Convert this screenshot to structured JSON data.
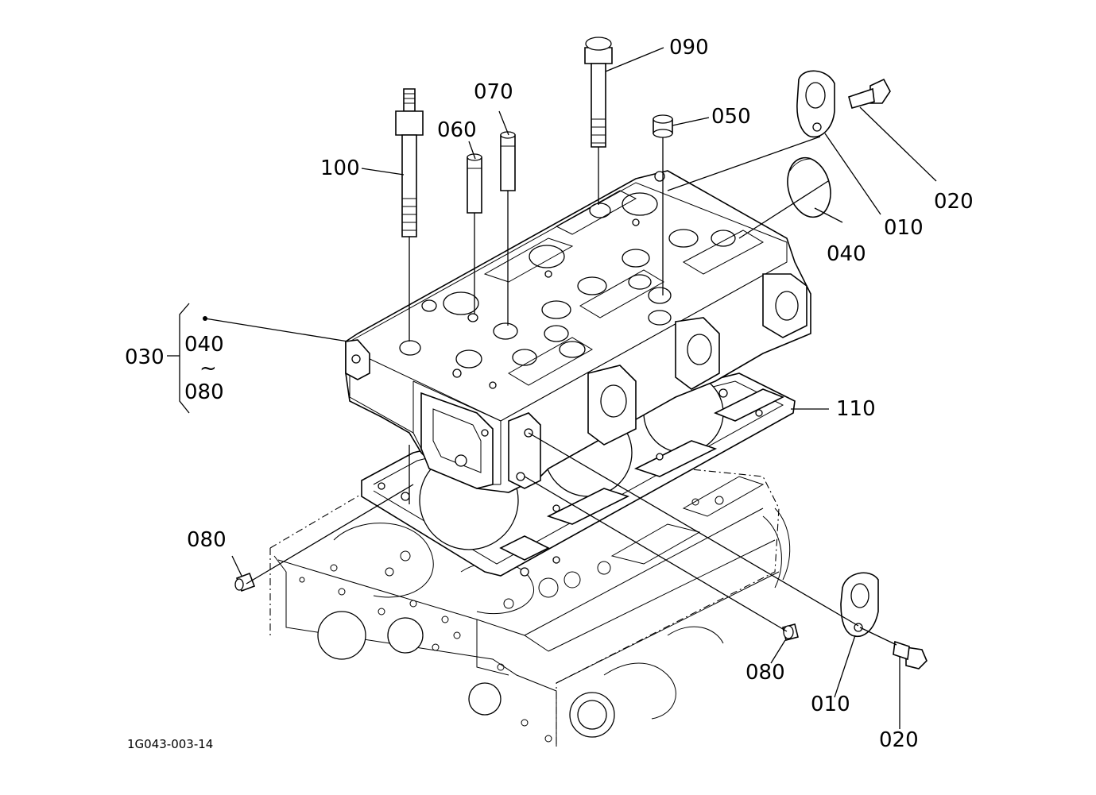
{
  "drawing_code": "1G043-003-14",
  "callouts": {
    "c010_top": "010",
    "c020_top": "020",
    "c040": "040",
    "c050": "050",
    "c060": "060",
    "c070": "070",
    "c090": "090",
    "c100": "100",
    "c110": "110",
    "c030": "030",
    "c030_from": "040",
    "c030_range": "~",
    "c030_to": "080",
    "c080_left": "080",
    "c080_right": "080",
    "c010_bottom": "010",
    "c020_bottom": "020"
  }
}
